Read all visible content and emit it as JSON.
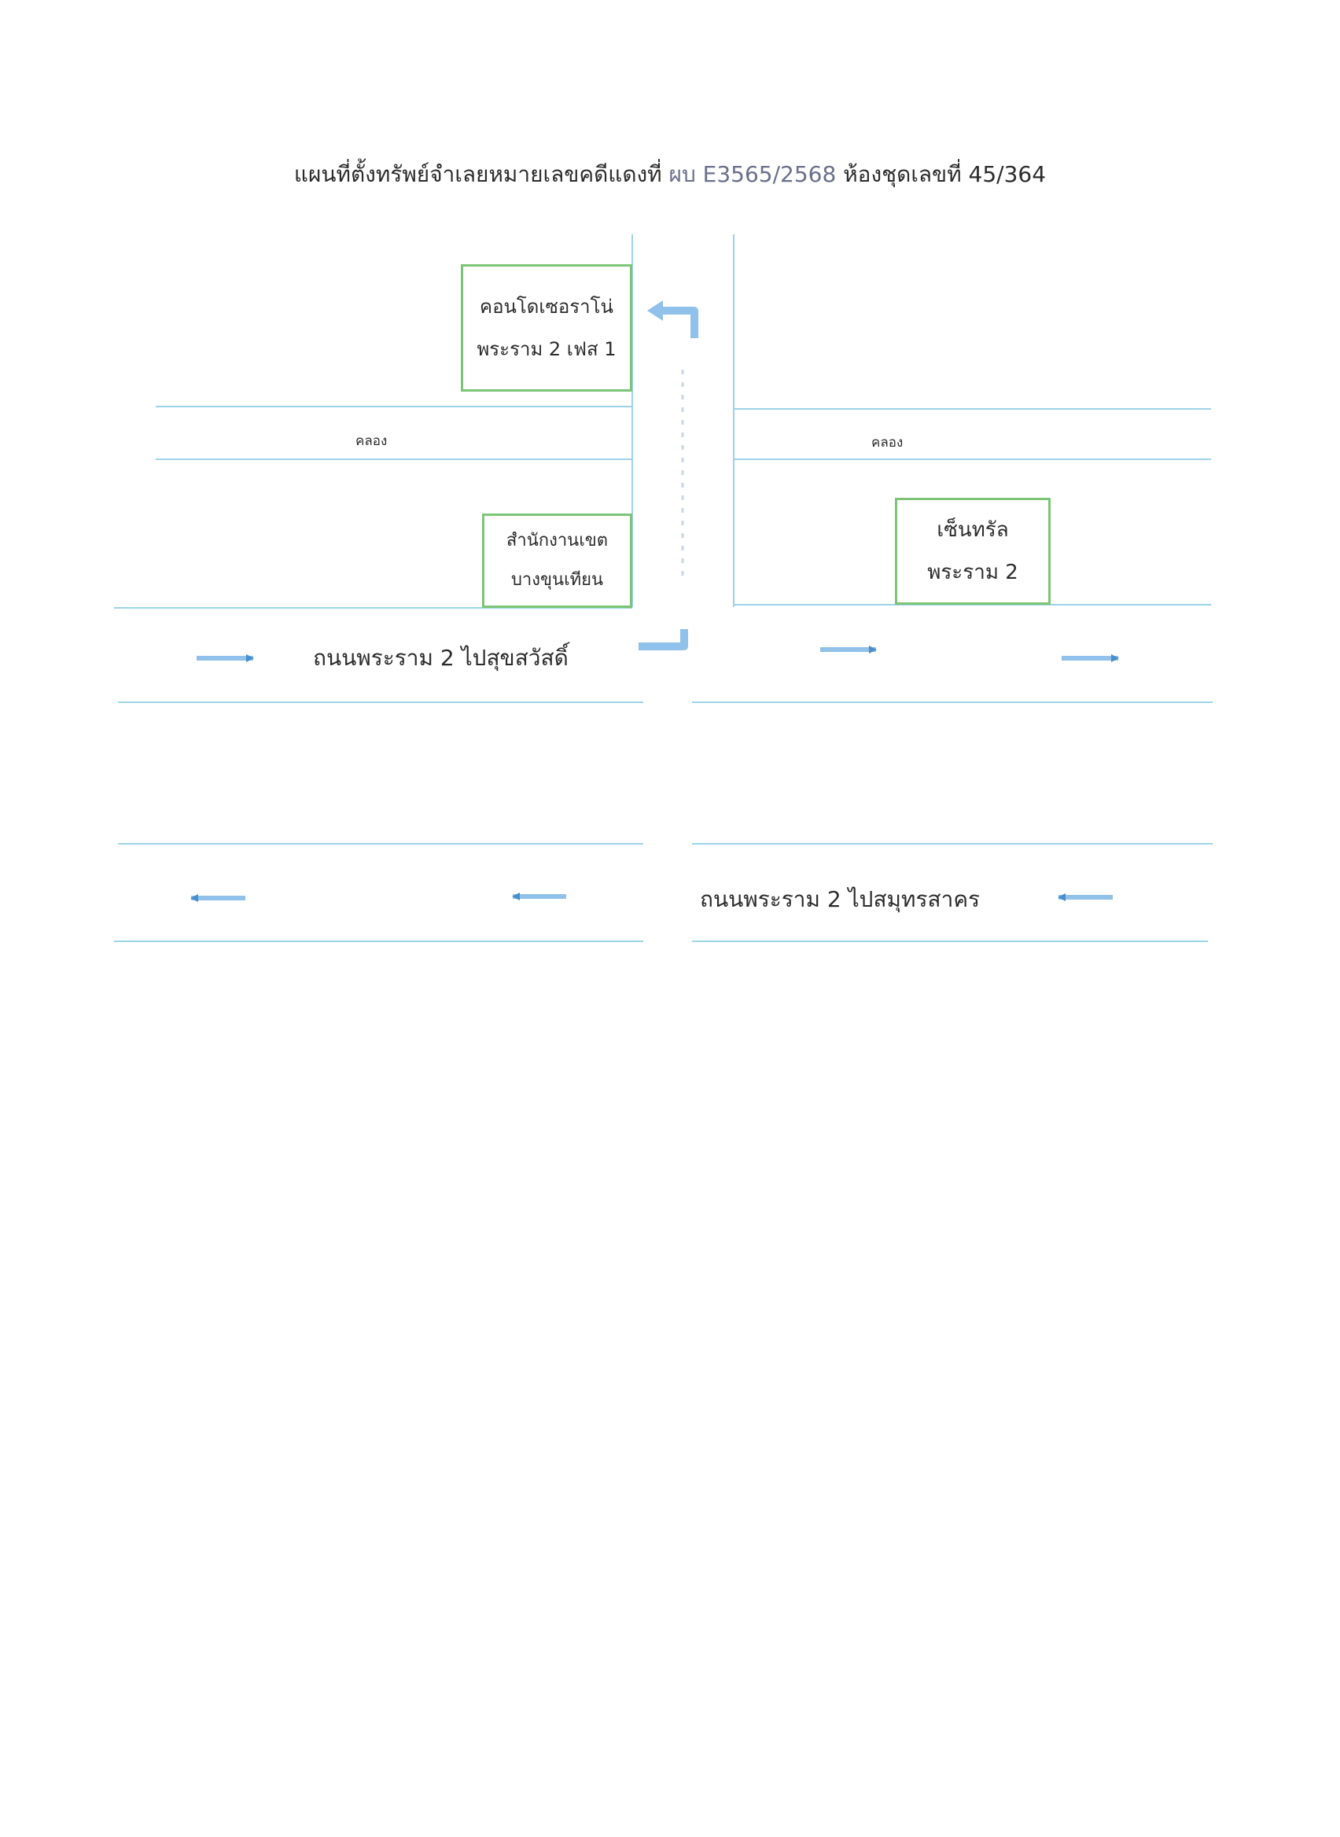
{
  "title": {
    "main": "แผนที่ตั้งทรัพย์จำเลยหมายเลขคดีแดงที่",
    "ref": "ผบ E3565/2568",
    "unit": "ห้องชุดเลขที่ 45/364"
  },
  "places": {
    "condo": {
      "line1": "คอนโดเซอราโน่",
      "line2": "พระราม 2 เฟส 1"
    },
    "district_office": {
      "line1": "สำนักงานเขต",
      "line2": "บางขุนเทียน"
    },
    "central": {
      "line1": "เซ็นทรัล",
      "line2": "พระราม 2"
    }
  },
  "canals": {
    "left": "คลอง",
    "right": "คลอง"
  },
  "roads": {
    "upper": "ถนนพระราม 2 ไปสุขสวัสดิ์",
    "lower": "ถนนพระราม 2 ไปสมุทรสาคร"
  },
  "colors": {
    "road_line": "#9cd3e6",
    "box_border": "#7cc576",
    "arrow_fill": "#8fc1ea",
    "arrow_stroke": "#4a8fcc"
  }
}
